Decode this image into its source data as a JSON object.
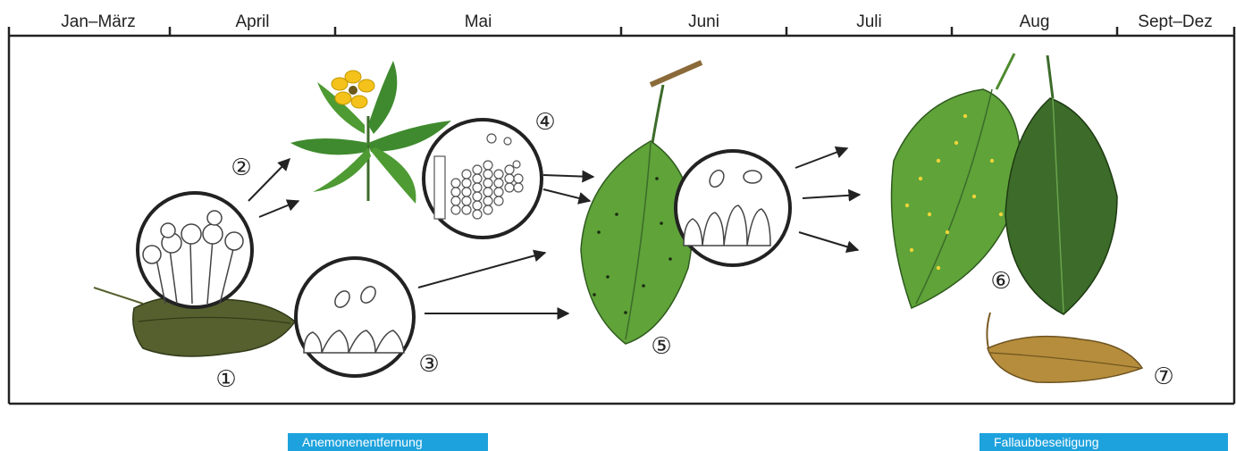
{
  "timeline": {
    "months": [
      "Jan–März",
      "April",
      "Mai",
      "Juni",
      "Juli",
      "Aug",
      "Sept–Dez"
    ]
  },
  "stages": {
    "s1": "①",
    "s2": "②",
    "s3": "③",
    "s4": "④",
    "s5": "⑤",
    "s6": "⑥",
    "s7": "⑦"
  },
  "measures": {
    "anemone": "Anemonenentfernung",
    "leaves": "Fallaubbeseitigung"
  },
  "colors": {
    "badge": "#1ea2dd",
    "leaf_green": "#5fa339",
    "leaf_dark": "#3c6b2a",
    "leaf_old": "#55602e",
    "leaf_brown": "#b58d3c",
    "flower": "#f4c21a",
    "spore_yellow": "#f0d43a"
  }
}
